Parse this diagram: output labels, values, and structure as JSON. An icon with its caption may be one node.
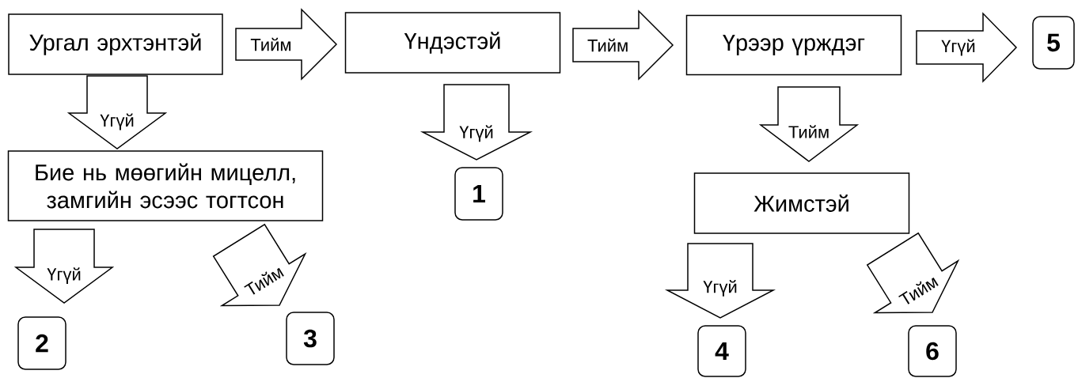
{
  "diagram": {
    "nodes": [
      {
        "text": [
          "Ургал эрхтэнтэй"
        ]
      },
      {
        "text": [
          "Үндэстэй"
        ]
      },
      {
        "text": [
          "Үрээр  үрждэг"
        ]
      },
      {
        "text": [
          "5"
        ]
      },
      {
        "text": [
          "Бие нь мөөгийн мицелл, замгийн эсээс тогтсон"
        ]
      },
      {
        "text": [
          "1"
        ]
      },
      {
        "text": [
          "Жимстэй"
        ]
      },
      {
        "text": [
          "2"
        ]
      },
      {
        "text": [
          "3"
        ]
      },
      {
        "text": [
          "4"
        ]
      },
      {
        "text": [
          "6"
        ]
      }
    ],
    "edges": [
      {
        "from": 0,
        "to": 1,
        "arrow": "to",
        "label": "Тийм"
      },
      {
        "from": 1,
        "to": 2,
        "arrow": "to",
        "label": "Тийм"
      },
      {
        "from": 2,
        "to": 3,
        "arrow": "to",
        "label": "Үгүй"
      },
      {
        "from": 0,
        "to": 4,
        "arrow": "to",
        "label": "Үгүй"
      },
      {
        "from": 1,
        "to": 5,
        "arrow": "to",
        "label": "Үгүй"
      },
      {
        "from": 2,
        "to": 6,
        "arrow": "to",
        "label": "Тийм"
      },
      {
        "from": 4,
        "to": 7,
        "arrow": "to",
        "label": "Үгүй"
      },
      {
        "from": 4,
        "to": 8,
        "arrow": "to",
        "label": "Тийм"
      },
      {
        "from": 6,
        "to": 9,
        "arrow": "to",
        "label": "Үгүй"
      },
      {
        "from": 6,
        "to": 10,
        "arrow": "to",
        "label": "Тийм"
      }
    ]
  }
}
